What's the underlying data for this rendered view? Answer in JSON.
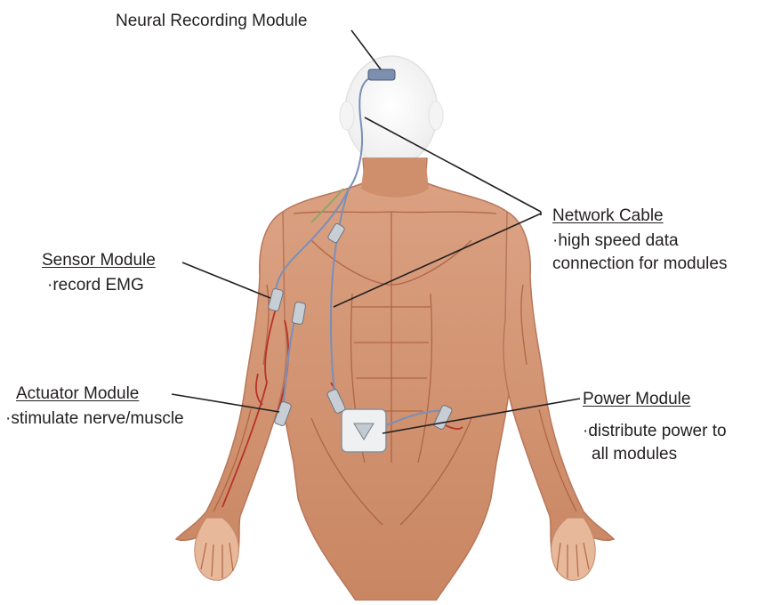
{
  "labels": {
    "neural": {
      "title": "Neural Recording Module"
    },
    "network": {
      "title": "Network Cable",
      "desc_lines": [
        "·high speed data",
        "connection for modules"
      ]
    },
    "sensor": {
      "title": "Sensor Module",
      "desc_lines": [
        "·record EMG"
      ]
    },
    "actuator": {
      "title": "Actuator Module",
      "desc_lines": [
        "·stimulate nerve/muscle"
      ]
    },
    "power": {
      "title": "Power Module",
      "desc_lines": [
        "·distribute power to",
        "all modules"
      ]
    }
  },
  "colors": {
    "skin": "#d69a78",
    "skin_dark": "#b86f4d",
    "muscle_line": "#a85a3a",
    "head": "#ffffff",
    "cable": "#7a8fb8",
    "nerve": "#b8322a",
    "module": "#b9c0c8",
    "leader": "#231f20"
  }
}
